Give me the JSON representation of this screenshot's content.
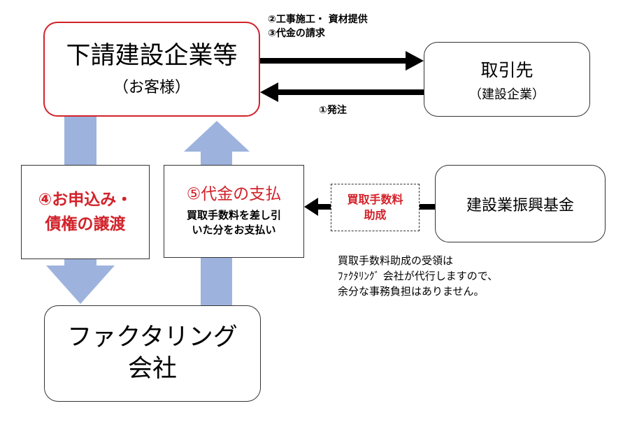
{
  "client": {
    "name": "下請建設企業等",
    "sub": "（お客様）"
  },
  "partner": {
    "name": "取引先",
    "sub": "（建設企業）"
  },
  "fund": {
    "name": "建設業振興基金"
  },
  "factor": {
    "line1": "ファクタリング",
    "line2": "会社"
  },
  "apply_box": {
    "line1": "④お申込み・",
    "line2": "債権の譲渡"
  },
  "pay_box": {
    "title": "⑤代金の支払",
    "line1": "買取手数料を差し引",
    "line2": "いた分をお支払い"
  },
  "subsidy_box": {
    "line1": "買取手数料",
    "line2": "助成"
  },
  "labels": {
    "construction": "②工事施工・ 資材提供",
    "invoice": "③代金の請求",
    "order": "①発注"
  },
  "note": {
    "line1": "買取手数料助成の受領は",
    "line2": "ﾌｧｸﾀﾘﾝｸﾞ 会社が代行しますので、",
    "line3": "余分な事務負担はありません。"
  },
  "colors": {
    "accent_red": "#d2222a",
    "arrow_blue": "#9db3dd",
    "arrow_black": "#000000"
  }
}
